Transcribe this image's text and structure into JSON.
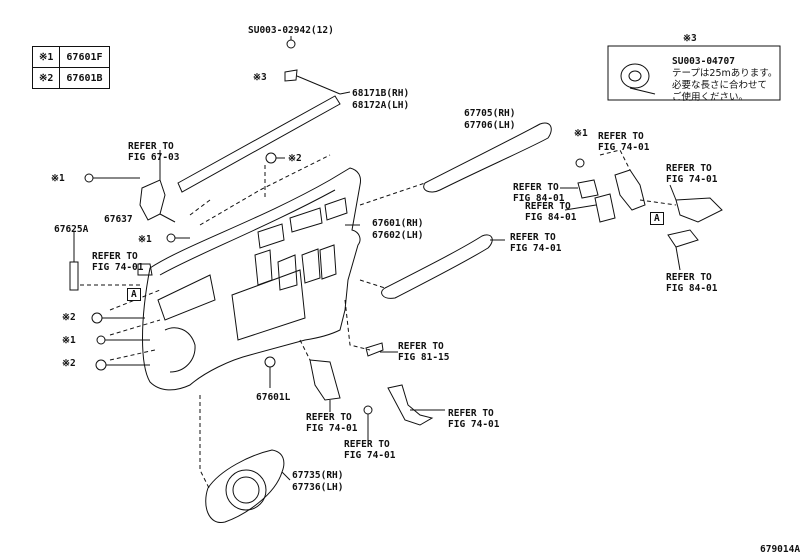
{
  "legend": {
    "rows": [
      {
        "mark": "※1",
        "part": "67601F"
      },
      {
        "mark": "※2",
        "part": "67601B"
      }
    ]
  },
  "note": {
    "mark": "※3",
    "part": "SU003-04707",
    "text_line1": "テープは25mあります。",
    "text_line2": "必要な長さに合わせて",
    "text_line3": "ご使用ください。"
  },
  "labels": {
    "su_clip": "SU003-02942(12)",
    "m3": "※3",
    "p68171b": "68171B(RH)",
    "p68172a": "68172A(LH)",
    "p67705": "67705(RH)",
    "p67706": "67706(LH)",
    "refer_67_03_a": "REFER TO",
    "refer_67_03_b": "FIG 67-03",
    "m2_top": "※2",
    "m1_left": "※1",
    "p67637": "67637",
    "p67625a": "67625A",
    "m1_mid": "※1",
    "refer_74_01_left_a": "REFER TO",
    "refer_74_01_left_b": "FIG 74-01",
    "p67601": "67601(RH)",
    "p67602": "67602(LH)",
    "refer_74_01_mid_a": "REFER TO",
    "refer_74_01_mid_b": "FIG 74-01",
    "callout_a": "A",
    "m2_low1": "※2",
    "m1_low": "※1",
    "m2_low2": "※2",
    "refer_81_15_a": "REFER TO",
    "refer_81_15_b": "FIG 81-15",
    "p67601l": "67601L",
    "refer_74_01_b1_a": "REFER TO",
    "refer_74_01_b1_b": "FIG 74-01",
    "refer_74_01_b2_a": "REFER TO",
    "refer_74_01_b2_b": "FIG 74-01",
    "refer_74_01_b3_a": "REFER TO",
    "refer_74_01_b3_b": "FIG 74-01",
    "p67735": "67735(RH)",
    "p67736": "67736(LH)",
    "m1_right": "※1",
    "refer_74_01_r1_a": "REFER TO",
    "refer_74_01_r1_b": "FIG 74-01",
    "refer_84_01_r1_a": "REFER TO",
    "refer_84_01_r1_b": "FIG 84-01",
    "refer_84_01_r2_a": "REFER TO",
    "refer_84_01_r2_b": "FIG 84-01",
    "refer_74_01_r2_a": "REFER TO",
    "refer_74_01_r2_b": "FIG 74-01",
    "callout_a_right": "A",
    "refer_84_01_r3_a": "REFER TO",
    "refer_84_01_r3_b": "FIG 84-01",
    "figure_id": "679014A"
  }
}
